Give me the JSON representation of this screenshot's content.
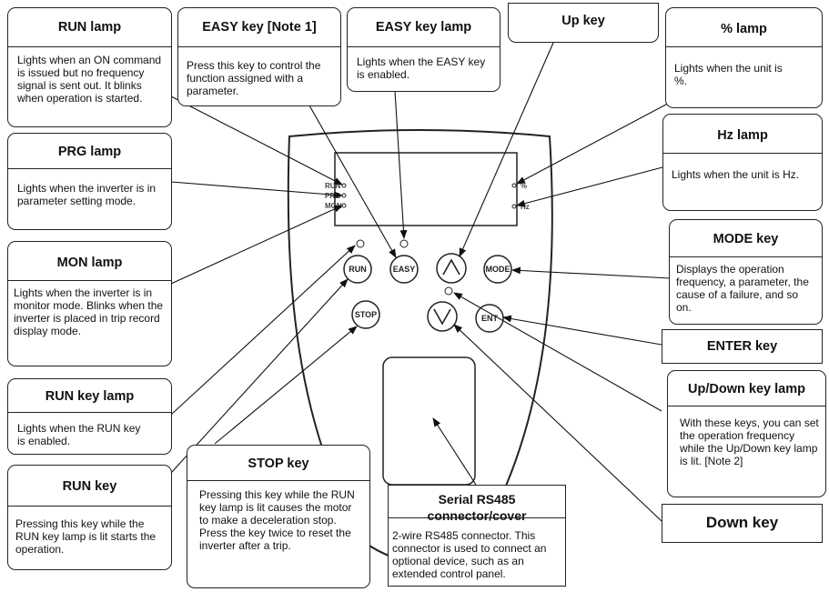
{
  "callouts": {
    "run_lamp": {
      "title": "RUN lamp",
      "body": "Lights when an ON command is issued but no frequency signal is sent out. It blinks when operation is started."
    },
    "prg_lamp": {
      "title": "PRG lamp",
      "body": "Lights when the inverter is in parameter setting mode."
    },
    "mon_lamp": {
      "title": "MON lamp",
      "body": "Lights when the inverter is in monitor mode. Blinks when the inverter is placed in trip record display mode."
    },
    "run_key_lamp": {
      "title": "RUN key lamp",
      "body": "Lights when the RUN key is enabled."
    },
    "run_key": {
      "title": "RUN key",
      "body": "Pressing this key while the RUN key lamp is lit starts the operation."
    },
    "easy_key": {
      "title": "EASY key [Note 1]",
      "body": "Press this key to control the function assigned with a parameter."
    },
    "easy_key_lamp": {
      "title": "EASY key lamp",
      "body": "Lights when the EASY key is enabled."
    },
    "up_key": {
      "title": "Up key"
    },
    "percent_lamp": {
      "title": "% lamp",
      "body": "Lights when the unit is %."
    },
    "hz_lamp": {
      "title": "Hz lamp",
      "body": "Lights when the unit is Hz."
    },
    "mode_key": {
      "title": "MODE key",
      "body": "Displays the operation frequency, a parameter, the cause of a failure, and so on."
    },
    "enter_key": {
      "title": "ENTER key"
    },
    "updown_lamp": {
      "title": "Up/Down key lamp",
      "body": "With these keys, you can set the operation frequency while the Up/Down key lamp is lit. [Note 2]"
    },
    "down_key": {
      "title": "Down key"
    },
    "stop_key": {
      "title": "STOP key",
      "body": "Pressing this key while the RUN key lamp is lit causes the motor to make a deceleration stop. Press the key twice to reset the inverter after a trip."
    },
    "serial": {
      "title": "Serial RS485 connector/cover",
      "body": "2-wire RS485 connector. This connector is used to connect an optional device, such as an extended control panel."
    }
  },
  "panel": {
    "lamp_labels": {
      "run": "RUN",
      "prg": "PRG",
      "mon": "MON",
      "percent": "%",
      "hz": "Hz"
    },
    "keys": {
      "run": "RUN",
      "easy": "EASY",
      "mode": "MODE",
      "stop": "STOP",
      "ent": "ENT"
    },
    "icons": {
      "up": "up-arrow-icon",
      "down": "down-arrow-icon"
    }
  }
}
